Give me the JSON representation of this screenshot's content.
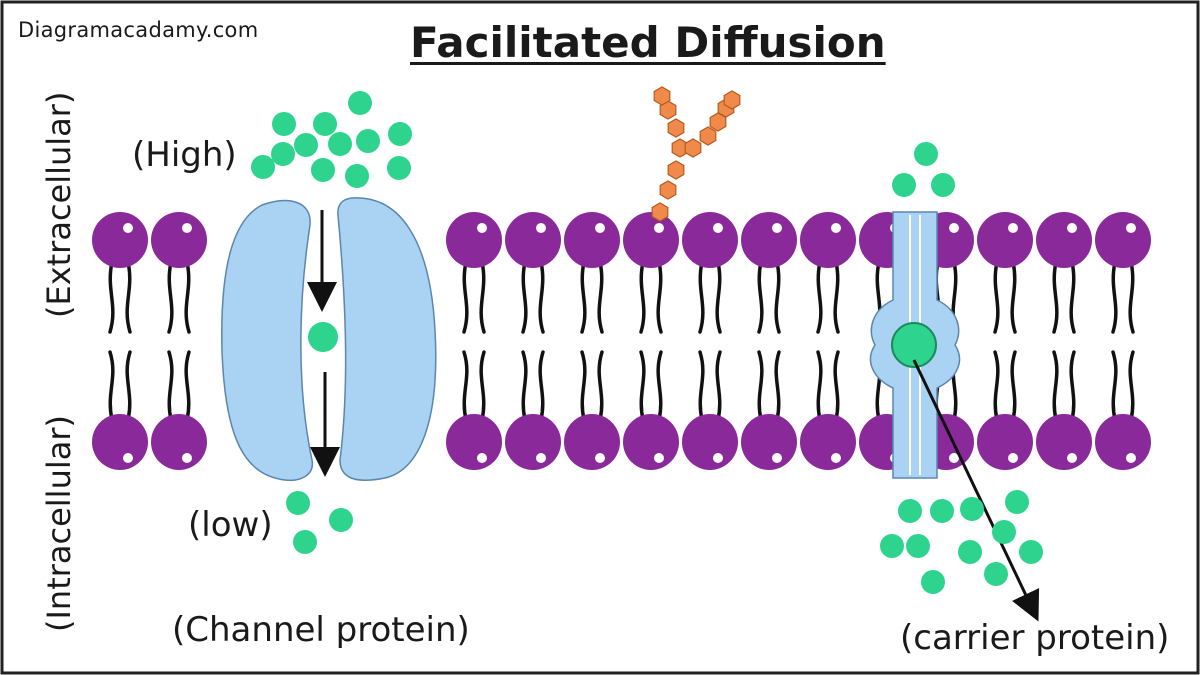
{
  "website": "Diagramacadamy.com",
  "title": "Facilitated Diffusion",
  "labels": {
    "extracellular": "(Extracellular)",
    "intracellular": "(Intracellular)",
    "high": "(High)",
    "low": "(low)",
    "channel_protein": "(Channel protein)",
    "carrier_protein": "(carrier protein)"
  },
  "colors": {
    "phospholipid_head": "#8a2a9a",
    "phospholipid_tail": "#111111",
    "protein": "#a9d2f3",
    "protein_outline": "#5a86b0",
    "molecule": "#2ed38e",
    "glycan": "#f08a4b",
    "border": "#222222"
  }
}
